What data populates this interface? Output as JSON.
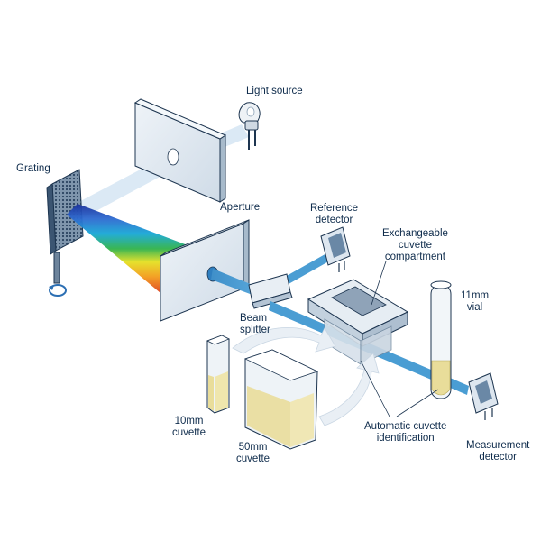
{
  "labels": {
    "light_source": "Light source",
    "grating": "Grating",
    "aperture": "Aperture",
    "reference_detector": [
      "Reference",
      "detector"
    ],
    "exchangeable_compartment": [
      "Exchangeable",
      "cuvette",
      "compartment"
    ],
    "vial_11mm": [
      "11mm",
      "vial"
    ],
    "beam_splitter": [
      "Beam",
      "splitter"
    ],
    "cuvette_10mm": [
      "10mm",
      "cuvette"
    ],
    "cuvette_50mm": [
      "50mm",
      "cuvette"
    ],
    "automatic_identification": [
      "Automatic cuvette",
      "identification"
    ],
    "measurement_detector": [
      "Measurement",
      "detector"
    ]
  },
  "colors": {
    "label_text": "#0f2c4c",
    "outline": "#1d3550",
    "plate_face": "#dfe8f1",
    "plate_side": "#9fb3c6",
    "light_beam": "#d8e8f4",
    "measurement_beam": "#4a9dd3",
    "sample_fill": "#e9dd9a",
    "arrow_fill": "#e9eff5"
  },
  "icons": {
    "rotation_arrow": "rotation-arrow-icon"
  }
}
